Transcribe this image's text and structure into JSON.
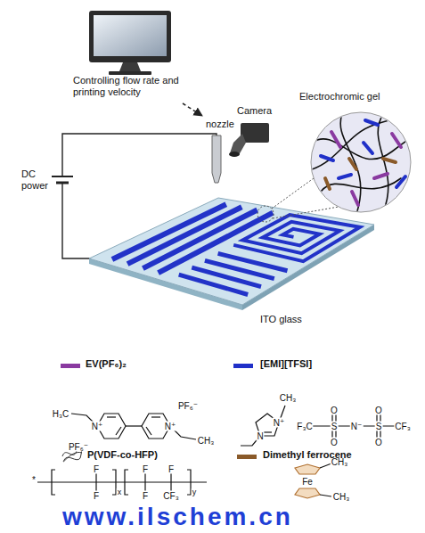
{
  "diagram": {
    "labels": [
      "Controlling flow rate and printing velocity",
      "nozzle",
      "Camera",
      "Electrochromic gel",
      "DC power",
      "ITO glass",
      "H₃C",
      "PF₆⁻",
      "N⁺",
      "N⁺",
      "PF₆⁻",
      "CH₃",
      "N⁺",
      "CH₃",
      "N",
      "F₃C",
      "S",
      "N⁻",
      "S",
      "CF₃",
      "O",
      "O",
      "O",
      "O",
      "*",
      "F",
      "F",
      "x",
      "F",
      "F",
      "F",
      "CF₃",
      "y",
      "CH₃",
      "Fe",
      "CH₃",
      "www.ilschem.cn"
    ],
    "legend": [
      {
        "text": "EV(PF₆)₂",
        "color": "#8a3aa0"
      },
      {
        "text": "[EMI][TFSI]",
        "color": "#2030c8"
      },
      {
        "text": "P(VDF-co-HFP)"
      },
      {
        "text": "Dimethyl ferrocene",
        "color": "#8a5a2a"
      }
    ]
  }
}
